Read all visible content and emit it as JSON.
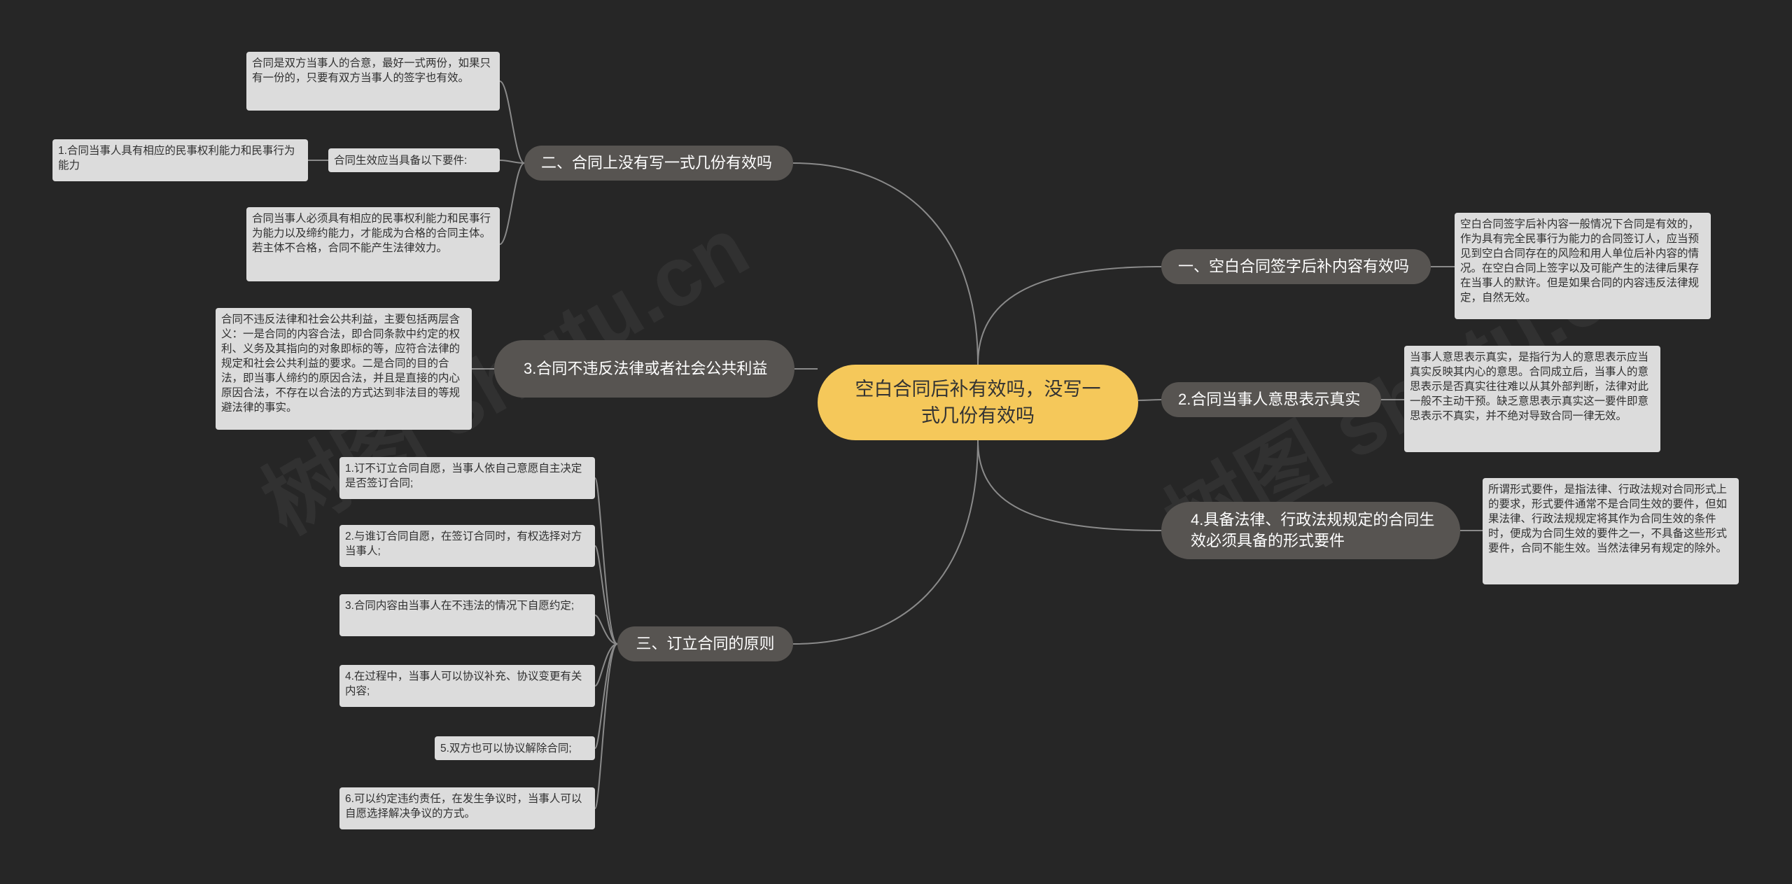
{
  "colors": {
    "background": "#262626",
    "root_fill": "#f5c85a",
    "branch_fill": "#575451",
    "leaf_fill": "#dcdcdc",
    "line": "#8a8a8a"
  },
  "watermark": "树图 shutu.cn",
  "root": {
    "label": "空白合同后补有效吗，没写一式几份有效吗"
  },
  "left": [
    {
      "label": "二、合同上没有写一式几份有效吗",
      "children": [
        {
          "text": "合同是双方当事人的合意，最好一式两份，如果只有一份的，只要有双方当事人的签字也有效。"
        },
        {
          "text": "合同生效应当具备以下要件:",
          "children": [
            {
              "text": "1.合同当事人具有相应的民事权利能力和民事行为能力"
            }
          ]
        },
        {
          "text": "合同当事人必须具有相应的民事权利能力和民事行为能力以及缔约能力，才能成为合格的合同主体。若主体不合格，合同不能产生法律效力。"
        }
      ]
    },
    {
      "label": "3.合同不违反法律或者社会公共利益",
      "children": [
        {
          "text": "合同不违反法律和社会公共利益，主要包括两层含义：一是合同的内容合法，即合同条款中约定的权利、义务及其指向的对象即标的等，应符合法律的规定和社会公共利益的要求。二是合同的目的合法，即当事人缔约的原因合法，并且是直接的内心原因合法，不存在以合法的方式达到非法目的等规避法律的事实。"
        }
      ]
    },
    {
      "label": "三、订立合同的原则",
      "children": [
        {
          "text": "1.订不订立合同自愿，当事人依自己意愿自主决定是否签订合同;"
        },
        {
          "text": "2.与谁订合同自愿，在签订合同时，有权选择对方当事人;"
        },
        {
          "text": "3.合同内容由当事人在不违法的情况下自愿约定;"
        },
        {
          "text": "4.在过程中，当事人可以协议补充、协议变更有关内容;"
        },
        {
          "text": "5.双方也可以协议解除合同;"
        },
        {
          "text": "6.可以约定违约责任，在发生争议时，当事人可以自愿选择解决争议的方式。"
        }
      ]
    }
  ],
  "right": [
    {
      "label": "一、空白合同签字后补内容有效吗",
      "children": [
        {
          "text": "空白合同签字后补内容一般情况下合同是有效的，作为具有完全民事行为能力的合同签订人，应当预见到空白合同存在的风险和用人单位后补内容的情况。在空白合同上签字以及可能产生的法律后果存在当事人的默许。但是如果合同的内容违反法律规定，自然无效。"
        }
      ]
    },
    {
      "label": "2.合同当事人意思表示真实",
      "children": [
        {
          "text": "当事人意思表示真实，是指行为人的意思表示应当真实反映其内心的意思。合同成立后，当事人的意思表示是否真实往往难以从其外部判断，法律对此一般不主动干预。缺乏意思表示真实这一要件即意思表示不真实，并不绝对导致合同一律无效。"
        }
      ]
    },
    {
      "label": "4.具备法律、行政法规规定的合同生效必须具备的形式要件",
      "children": [
        {
          "text": "所谓形式要件，是指法律、行政法规对合同形式上的要求，形式要件通常不是合同生效的要件，但如果法律、行政法规规定将其作为合同生效的条件时，便成为合同生效的要件之一，不具备这些形式要件，合同不能生效。当然法律另有规定的除外。"
        }
      ]
    }
  ]
}
